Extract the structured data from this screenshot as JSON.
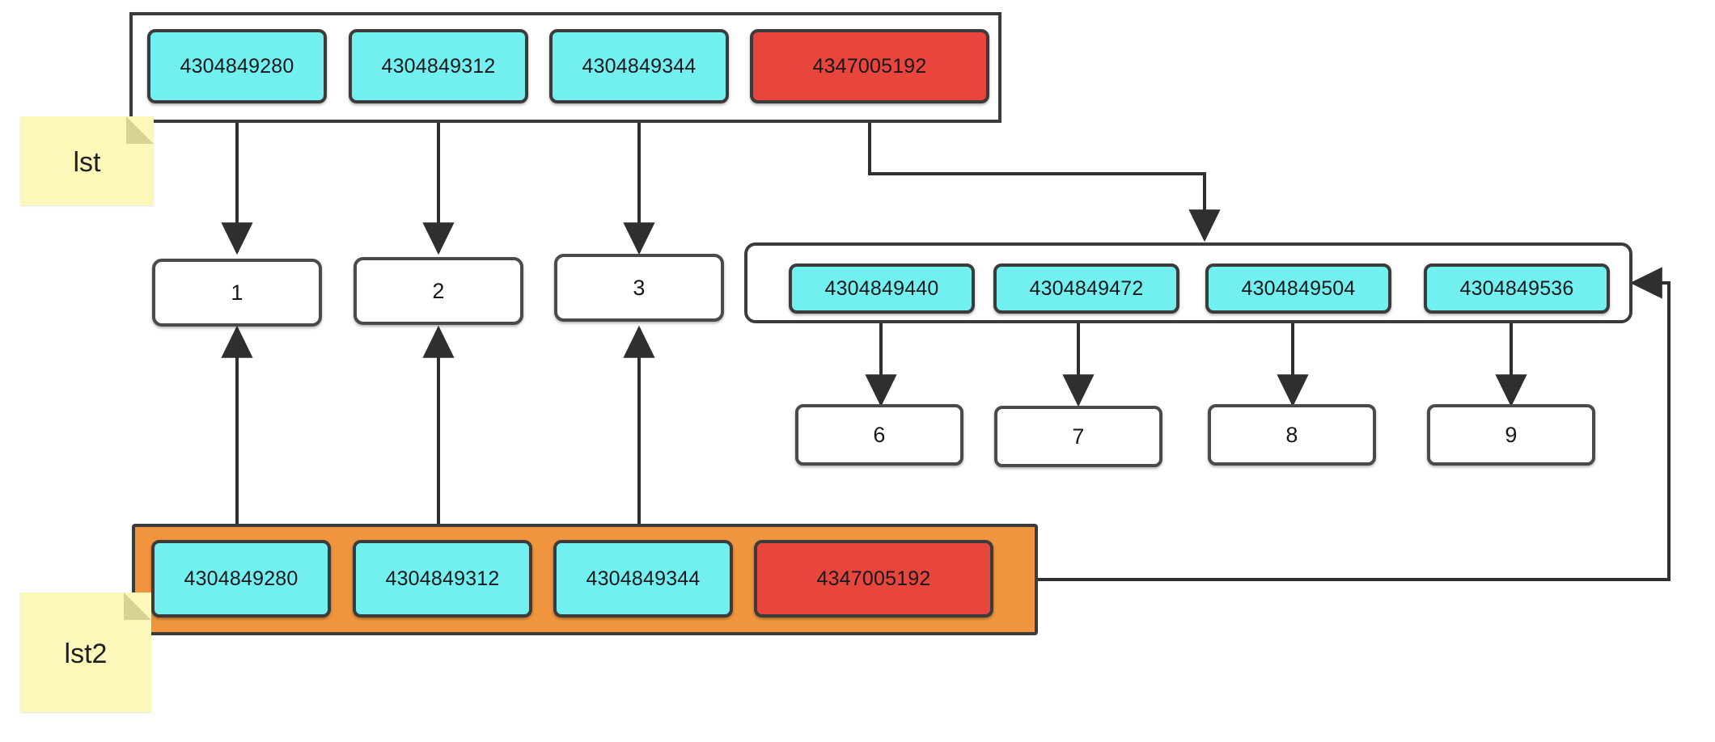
{
  "diagram": {
    "title": "Python list reference diagram",
    "colors": {
      "cyan": "#72efef",
      "red": "#e8453c",
      "orange": "#f0953e",
      "note": "#fbf8b9",
      "stroke": "#3b3b3b",
      "background": "#ffffff"
    }
  },
  "notes": [
    {
      "id": "note-lst",
      "label": "lst"
    },
    {
      "id": "note-lst2",
      "label": "lst2"
    }
  ],
  "lst": {
    "name": "lst",
    "cells": [
      {
        "label": "4304849280",
        "color": "cyan"
      },
      {
        "label": "4304849312",
        "color": "cyan"
      },
      {
        "label": "4304849344",
        "color": "cyan"
      },
      {
        "label": "4347005192",
        "color": "red"
      }
    ]
  },
  "inner_list": {
    "name": "inner-list",
    "cells": [
      {
        "label": "4304849440",
        "color": "cyan"
      },
      {
        "label": "4304849472",
        "color": "cyan"
      },
      {
        "label": "4304849504",
        "color": "cyan"
      },
      {
        "label": "4304849536",
        "color": "cyan"
      }
    ]
  },
  "lst2": {
    "name": "lst2",
    "cells": [
      {
        "label": "4304849280",
        "color": "cyan"
      },
      {
        "label": "4304849312",
        "color": "cyan"
      },
      {
        "label": "4304849344",
        "color": "cyan"
      },
      {
        "label": "4347005192",
        "color": "red"
      }
    ]
  },
  "values_top": [
    {
      "label": "1"
    },
    {
      "label": "2"
    },
    {
      "label": "3"
    }
  ],
  "values_inner": [
    {
      "label": "6"
    },
    {
      "label": "7"
    },
    {
      "label": "8"
    },
    {
      "label": "9"
    }
  ]
}
